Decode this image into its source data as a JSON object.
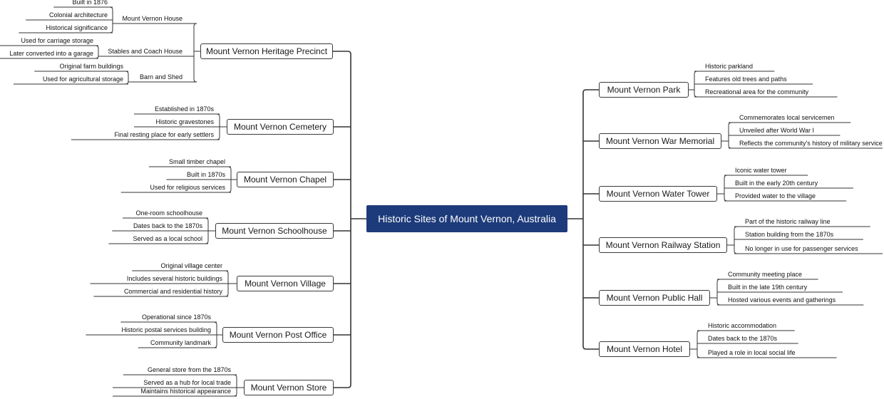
{
  "center": "Historic Sites of Mount Vernon, Australia",
  "left": [
    {
      "label": "Mount Vernon Heritage Precinct",
      "groups": [
        {
          "label": "Mount Vernon House",
          "children": [
            "Built in 1876",
            "Colonial architecture",
            "Historical significance"
          ]
        },
        {
          "label": "Stables and Coach House",
          "children": [
            "Used for carriage storage",
            "Later converted into a garage"
          ]
        },
        {
          "label": "Barn and Shed",
          "children": [
            "Original farm buildings",
            "Used for agricultural storage"
          ]
        }
      ]
    },
    {
      "label": "Mount Vernon Cemetery",
      "children": [
        "Established in 1870s",
        "Historic gravestones",
        "Final resting place for early settlers"
      ]
    },
    {
      "label": "Mount Vernon Chapel",
      "children": [
        "Small timber chapel",
        "Built in 1870s",
        "Used for religious services"
      ]
    },
    {
      "label": "Mount Vernon Schoolhouse",
      "children": [
        "One-room schoolhouse",
        "Dates back to the 1870s",
        "Served as a local school"
      ]
    },
    {
      "label": "Mount Vernon Village",
      "children": [
        "Original village center",
        "Includes several historic buildings",
        "Commercial and residential history"
      ]
    },
    {
      "label": "Mount Vernon Post Office",
      "children": [
        "Operational since 1870s",
        "Historic postal services building",
        "Community landmark"
      ]
    },
    {
      "label": "Mount Vernon Store",
      "children": [
        "General store from the 1870s",
        "Served as a hub for local trade",
        "Maintains historical appearance"
      ]
    }
  ],
  "right": [
    {
      "label": "Mount Vernon Park",
      "children": [
        "Historic parkland",
        "Features old trees and paths",
        "Recreational area for the community"
      ]
    },
    {
      "label": "Mount Vernon War Memorial",
      "children": [
        "Commemorates local servicemen",
        "Unveiled after World War I",
        "Reflects the community's history of military service"
      ]
    },
    {
      "label": "Mount Vernon Water Tower",
      "children": [
        "Iconic water tower",
        "Built in the early 20th century",
        "Provided water to the village"
      ]
    },
    {
      "label": "Mount Vernon Railway Station",
      "children": [
        "Part of the historic railway line",
        "Station building from the 1870s",
        "No longer in use for passenger services"
      ]
    },
    {
      "label": "Mount Vernon Public Hall",
      "children": [
        "Community meeting place",
        "Built in the late 19th century",
        "Hosted various events and gatherings"
      ]
    },
    {
      "label": "Mount Vernon Hotel",
      "children": [
        "Historic accommodation",
        "Dates back to the 1870s",
        "Played a role in local social life"
      ]
    }
  ]
}
